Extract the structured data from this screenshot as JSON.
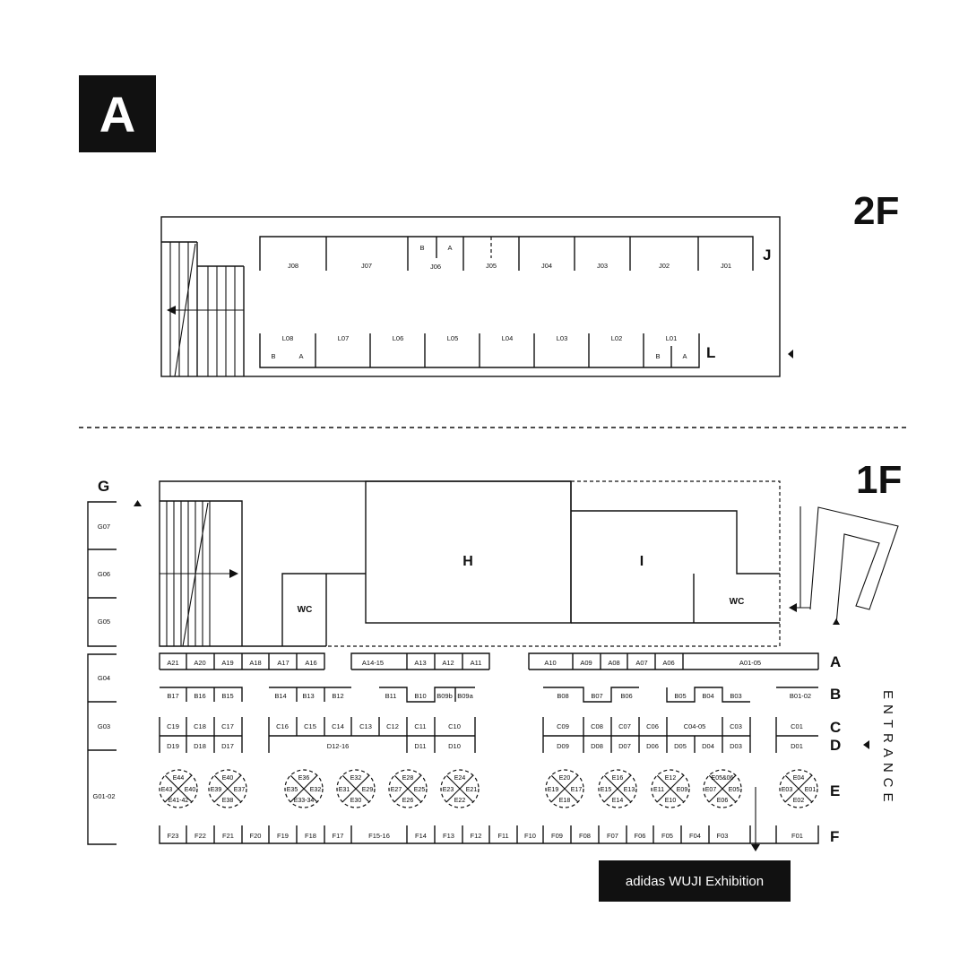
{
  "badge": "A",
  "floors": {
    "upper": "2F",
    "lower": "1F"
  },
  "entrance_label": "ENTRANCE",
  "exhibition_label": "adidas WUJI Exhibition",
  "rooms": {
    "H": "H",
    "I": "I",
    "wc": "WC"
  },
  "rows_2f": {
    "J": {
      "letter": "J",
      "booths": [
        "J08",
        "J07",
        "J06",
        "J05",
        "J04",
        "J03",
        "J02",
        "J01"
      ],
      "j06_sub": [
        "B",
        "A"
      ]
    },
    "L": {
      "letter": "L",
      "booths": [
        "L08",
        "L07",
        "L06",
        "L05",
        "L04",
        "L03",
        "L02",
        "L01"
      ],
      "sub": [
        "B",
        "A"
      ]
    }
  },
  "rows_1f": {
    "G": {
      "letter": "G",
      "booths": [
        "G07",
        "G06",
        "G05",
        "G04",
        "G03",
        "G01-02"
      ]
    },
    "A": {
      "letter": "A",
      "booths": [
        "A21",
        "A20",
        "A19",
        "A18",
        "A17",
        "A16",
        "A14-15",
        "A13",
        "A12",
        "A11",
        "A10",
        "A09",
        "A08",
        "A07",
        "A06",
        "A01-05"
      ]
    },
    "B": {
      "letter": "B",
      "booths": [
        "B17",
        "B16",
        "B15",
        "B14",
        "B13",
        "B12",
        "B11",
        "B10",
        "B09b",
        "B09a",
        "B08",
        "B07",
        "B06",
        "B05",
        "B04",
        "B03",
        "B01-02"
      ]
    },
    "C": {
      "letter": "C",
      "booths": [
        "C19",
        "C18",
        "C17",
        "C16",
        "C15",
        "C14",
        "C13",
        "C12",
        "C11",
        "C10",
        "C09",
        "C08",
        "C07",
        "C06",
        "C04-05",
        "C03",
        "C01"
      ]
    },
    "D": {
      "letter": "D",
      "booths": [
        "D19",
        "D18",
        "D17",
        "D12-16",
        "D11",
        "D10",
        "D09",
        "D08",
        "D07",
        "D06",
        "D05",
        "D04",
        "D03",
        "D01"
      ]
    },
    "E": {
      "letter": "E",
      "circles": [
        [
          "E44",
          "E43",
          "E41-42",
          "E40"
        ],
        [
          "E40",
          "E39",
          "E38",
          "E37"
        ],
        [
          "E36",
          "E35",
          "E33-34",
          "E32"
        ],
        [
          "E32",
          "E31",
          "E30",
          "E29"
        ],
        [
          "E28",
          "E27",
          "E26",
          "E25"
        ],
        [
          "E24",
          "E23",
          "E22",
          "E21"
        ],
        [
          "E20",
          "E19",
          "E18",
          "E17"
        ],
        [
          "E16",
          "E15",
          "E14",
          "E13"
        ],
        [
          "E12",
          "E11",
          "E10",
          "E09"
        ],
        [
          "E05&06",
          "E07",
          "E06",
          "E05"
        ],
        [
          "E04",
          "E03",
          "E02",
          "E01"
        ]
      ]
    },
    "F": {
      "letter": "F",
      "booths": [
        "F23",
        "F22",
        "F21",
        "F20",
        "F19",
        "F18",
        "F17",
        "F15-16",
        "F14",
        "F13",
        "F12",
        "F11",
        "F10",
        "F09",
        "F08",
        "F07",
        "F06",
        "F05",
        "F04",
        "F03",
        "F01"
      ]
    }
  }
}
